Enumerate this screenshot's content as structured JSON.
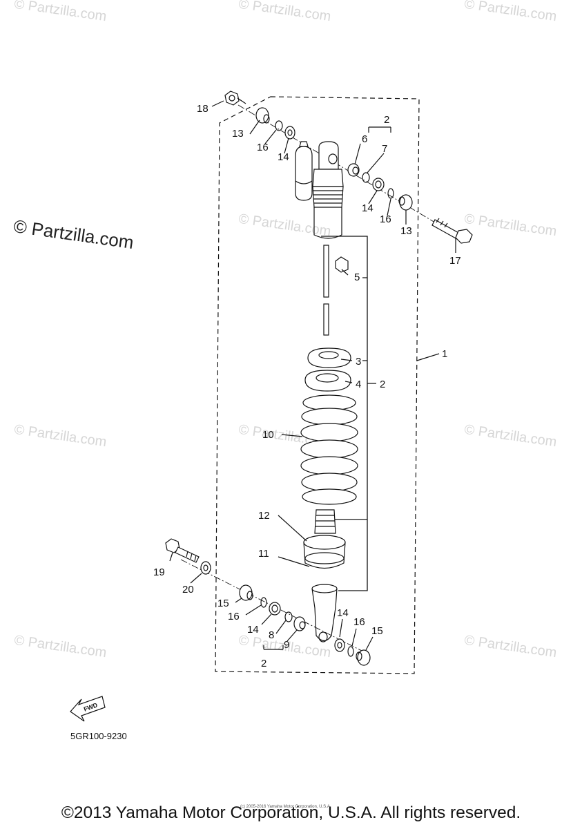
{
  "watermark": "© Partzilla.com",
  "side_watermark": "© Partzilla.com",
  "labels": {
    "l1": "1",
    "l2a": "2",
    "l2b": "2",
    "l2c": "2",
    "l3": "3",
    "l4": "4",
    "l5": "5",
    "l6": "6",
    "l7": "7",
    "l8": "8",
    "l9": "9",
    "l10": "10",
    "l11": "11",
    "l12": "12",
    "l13a": "13",
    "l13b": "13",
    "l14a": "14",
    "l14b": "14",
    "l14c": "14",
    "l14d": "14",
    "l15a": "15",
    "l15b": "15",
    "l16a": "16",
    "l16b": "16",
    "l16c": "16",
    "l16d": "16",
    "l17": "17",
    "l18": "18",
    "l19": "19",
    "l20": "20"
  },
  "fwd_label": "FWD",
  "part_code": "5GR100-9230",
  "tiny_copyright": "(c) 2005-2016 Yamaha Motor Corporation, U.S.A.",
  "copyright": "©2013 Yamaha Motor Corporation, U.S.A. All rights reserved."
}
